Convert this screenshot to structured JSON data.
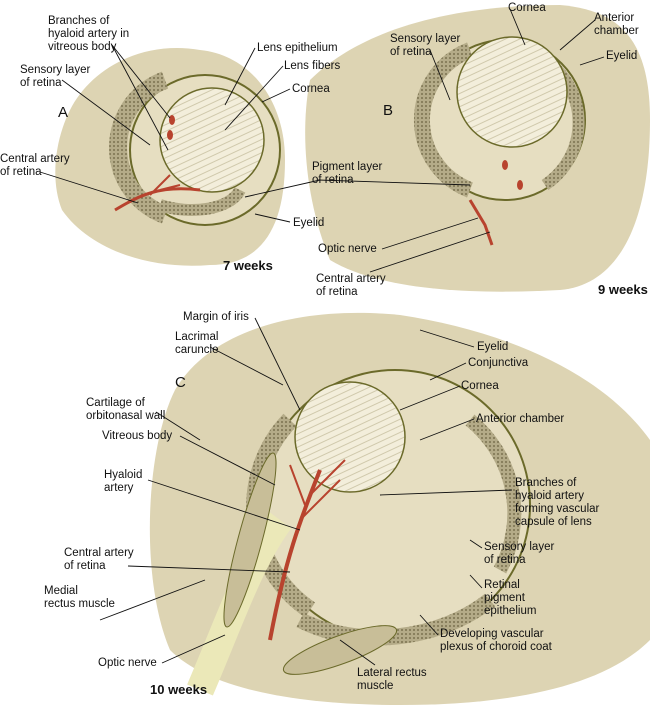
{
  "panel_a": {
    "letter": "A",
    "stage": "7 weeks",
    "labels": {
      "branches": "Branches of\nhyaloid artery in\nvitreous body",
      "sensory": "Sensory layer\nof retina",
      "central_artery": "Central artery\nof retina",
      "lens_epithelium": "Lens epithelium",
      "lens_fibers": "Lens fibers",
      "cornea": "Cornea",
      "pigment": "Pigment layer\nof retina",
      "eyelid": "Eyelid"
    }
  },
  "panel_b": {
    "letter": "B",
    "stage": "9 weeks",
    "labels": {
      "cornea": "Cornea",
      "anterior_chamber": "Anterior\nchamber",
      "eyelid": "Eyelid",
      "sensory": "Sensory layer\nof retina",
      "optic_nerve": "Optic nerve",
      "central_artery": "Central artery\nof retina"
    }
  },
  "panel_c": {
    "letter": "C",
    "stage": "10 weeks",
    "labels": {
      "margin_iris": "Margin of iris",
      "lacrimal": "Lacrimal\ncaruncle",
      "eyelid": "Eyelid",
      "conjunctiva": "Conjunctiva",
      "cornea": "Cornea",
      "cartilage": "Cartilage of\norbitonasal wall",
      "anterior_chamber": "Anterior chamber",
      "vitreous": "Vitreous body",
      "hyaloid": "Hyaloid\nartery",
      "branches": "Branches of\nhyaloid artery\nforming vascular\ncapsule of lens",
      "sensory": "Sensory layer\nof retina",
      "central_artery": "Central artery\nof retina",
      "medial_rectus": "Medial\nrectus muscle",
      "pigment_epithelium": "Retinal\npigment\nepithelium",
      "choroid": "Developing vascular\nplexus of choroid coat",
      "optic_nerve": "Optic nerve",
      "lateral_rectus": "Lateral rectus\nmuscle"
    }
  },
  "colors": {
    "tissue": "#d8cfae",
    "outline": "#6b6a2a",
    "artery": "#b8432e",
    "retina": "#a39a78",
    "lens": "#f3eedb"
  }
}
